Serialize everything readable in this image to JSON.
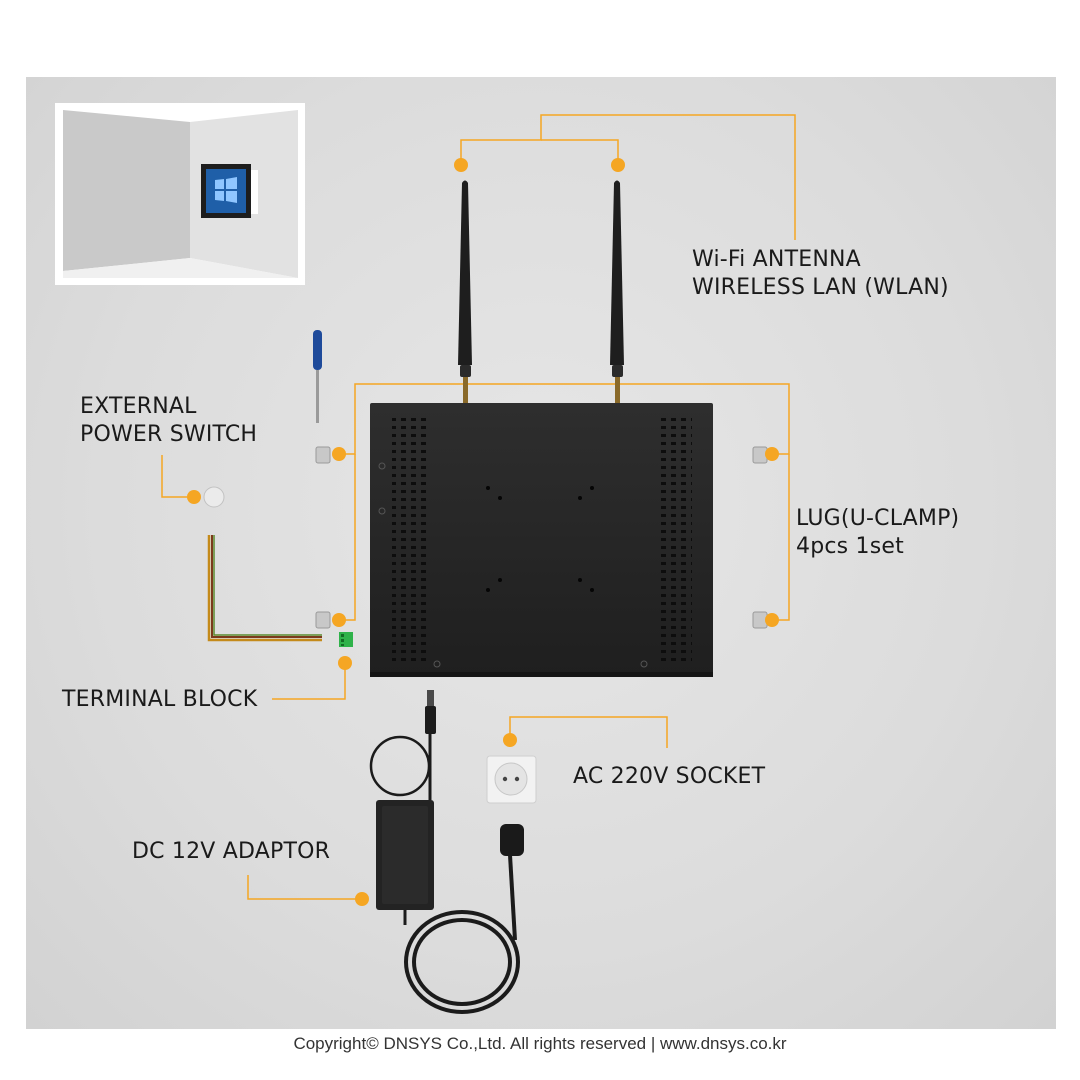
{
  "labels": {
    "wifi_line1": "Wi-Fi ANTENNA",
    "wifi_line2": "WIRELESS LAN (WLAN)",
    "power_line1": "EXTERNAL",
    "power_line2": "POWER SWITCH",
    "lug_line1": "LUG(U-CLAMP)",
    "lug_line2": "4pcs 1set",
    "terminal": "TERMINAL BLOCK",
    "socket": "AC 220V SOCKET",
    "adaptor": "DC 12V ADAPTOR"
  },
  "footer": "Copyright©  DNSYS Co.,Ltd.  All rights reserved | www.dnsys.co.kr",
  "colors": {
    "accent": "#f5a623",
    "device": "#262626",
    "background": "#dcdcdc"
  }
}
